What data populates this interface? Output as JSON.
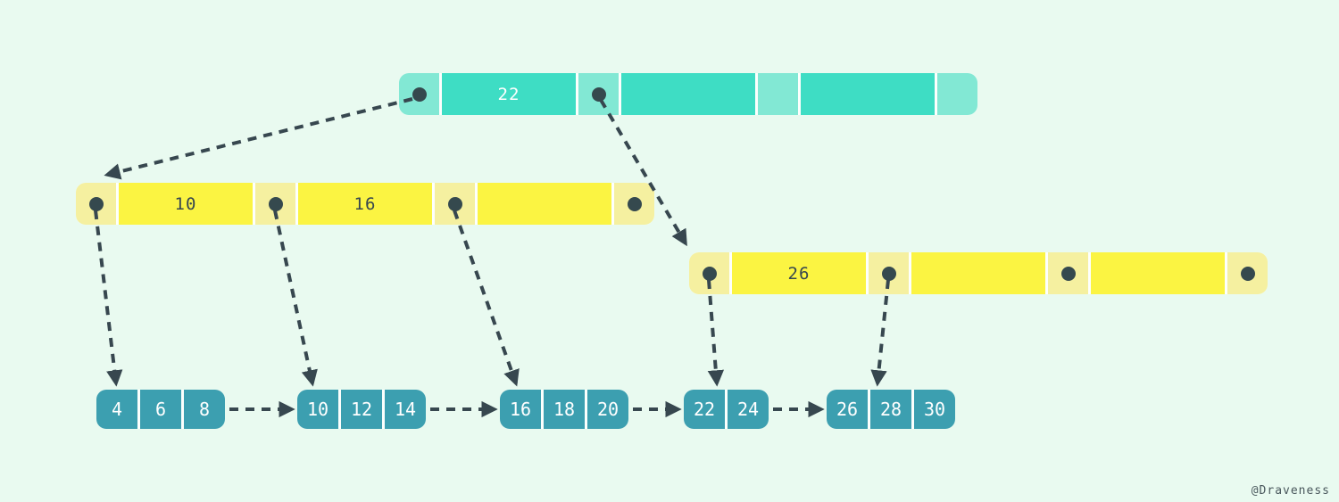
{
  "diagram_type": "b-plus-tree",
  "colors": {
    "background": "#e9faf0",
    "root_key_cell": "#3eddc4",
    "root_pointer_cell": "#82e8d4",
    "internal_key_cell": "#fbf442",
    "internal_pointer_cell": "#f5f0a0",
    "leaf_cell": "#3c9fb0",
    "arrow_and_dot": "#37474f",
    "text_on_root": "#ffffff",
    "text_on_internal": "#37474f",
    "text_on_leaf": "#ffffff"
  },
  "tree": {
    "root": {
      "cells": [
        {
          "kind": "pointer",
          "dot": true,
          "label": ""
        },
        {
          "kind": "key",
          "dot": false,
          "label": "22"
        },
        {
          "kind": "pointer",
          "dot": true,
          "label": ""
        },
        {
          "kind": "key",
          "dot": false,
          "label": ""
        },
        {
          "kind": "pointer",
          "dot": false,
          "label": ""
        },
        {
          "kind": "key",
          "dot": false,
          "label": ""
        },
        {
          "kind": "pointer",
          "dot": false,
          "label": ""
        }
      ]
    },
    "internal_left": {
      "cells": [
        {
          "kind": "pointer",
          "dot": true,
          "label": ""
        },
        {
          "kind": "key",
          "dot": false,
          "label": "10"
        },
        {
          "kind": "pointer",
          "dot": true,
          "label": ""
        },
        {
          "kind": "key",
          "dot": false,
          "label": "16"
        },
        {
          "kind": "pointer",
          "dot": true,
          "label": ""
        },
        {
          "kind": "key",
          "dot": false,
          "label": ""
        },
        {
          "kind": "pointer",
          "dot": true,
          "label": ""
        }
      ]
    },
    "internal_right": {
      "cells": [
        {
          "kind": "pointer",
          "dot": true,
          "label": ""
        },
        {
          "kind": "key",
          "dot": false,
          "label": "26"
        },
        {
          "kind": "pointer",
          "dot": true,
          "label": ""
        },
        {
          "kind": "key",
          "dot": false,
          "label": ""
        },
        {
          "kind": "pointer",
          "dot": true,
          "label": ""
        },
        {
          "kind": "key",
          "dot": false,
          "label": ""
        },
        {
          "kind": "pointer",
          "dot": true,
          "label": ""
        }
      ]
    },
    "leaves": [
      {
        "values": [
          "4",
          "6",
          "8"
        ]
      },
      {
        "values": [
          "10",
          "12",
          "14"
        ]
      },
      {
        "values": [
          "16",
          "18",
          "20"
        ]
      },
      {
        "values": [
          "22",
          "24"
        ]
      },
      {
        "values": [
          "26",
          "28",
          "30"
        ]
      }
    ]
  },
  "edges": [
    {
      "from": "root.pointer-0",
      "to": "internal-left"
    },
    {
      "from": "root.pointer-1",
      "to": "internal-right"
    },
    {
      "from": "internal-left.pointer-0",
      "to": "leaf-4-6-8"
    },
    {
      "from": "internal-left.pointer-1",
      "to": "leaf-10-12-14"
    },
    {
      "from": "internal-left.pointer-2",
      "to": "leaf-16-18-20"
    },
    {
      "from": "internal-right.pointer-0",
      "to": "leaf-22-24"
    },
    {
      "from": "internal-right.pointer-1",
      "to": "leaf-26-28-30"
    },
    {
      "from": "leaf-4-6-8",
      "to": "leaf-10-12-14"
    },
    {
      "from": "leaf-10-12-14",
      "to": "leaf-16-18-20"
    },
    {
      "from": "leaf-16-18-20",
      "to": "leaf-22-24"
    },
    {
      "from": "leaf-22-24",
      "to": "leaf-26-28-30"
    }
  ],
  "watermark": "@Draveness"
}
